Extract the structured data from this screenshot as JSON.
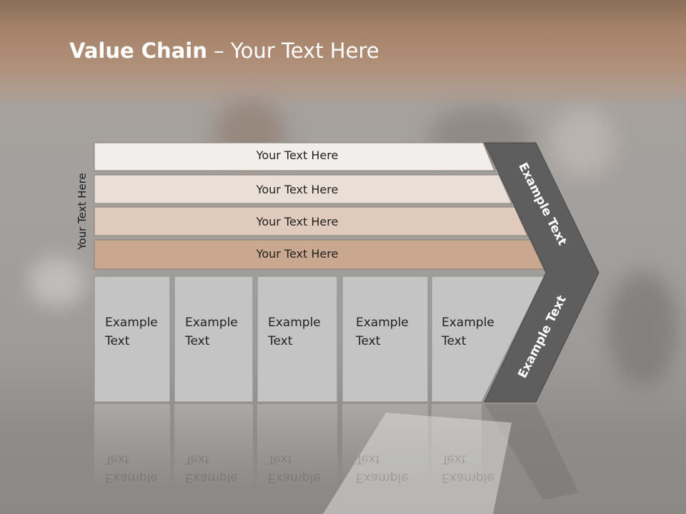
{
  "slide": {
    "title_bold": "Value Chain",
    "title_rest": " – Your Text Here",
    "side_label": "Your Text Here",
    "rows": [
      {
        "label": "Your Text Here",
        "fill": "#f1eeeb"
      },
      {
        "label": "Your Text Here",
        "fill": "#e9dfd6"
      },
      {
        "label": "Your Text Here",
        "fill": "#dfcabc"
      },
      {
        "label": "Your Text Here",
        "fill": "#c9a88f"
      }
    ],
    "boxes": [
      {
        "line1": "Example",
        "line2": "Text"
      },
      {
        "line1": "Example",
        "line2": "Text"
      },
      {
        "line1": "Example",
        "line2": "Text"
      },
      {
        "line1": "Example",
        "line2": "Text"
      },
      {
        "line1": "Example",
        "line2": "Text"
      }
    ],
    "chevron_top": "Example Text",
    "chevron_bottom": "Example Text",
    "colors": {
      "chevron": "#5e5e5e",
      "box_fill": "#c4c4c4",
      "box_border": "#8e8e8e",
      "title": "#ffffff"
    }
  }
}
